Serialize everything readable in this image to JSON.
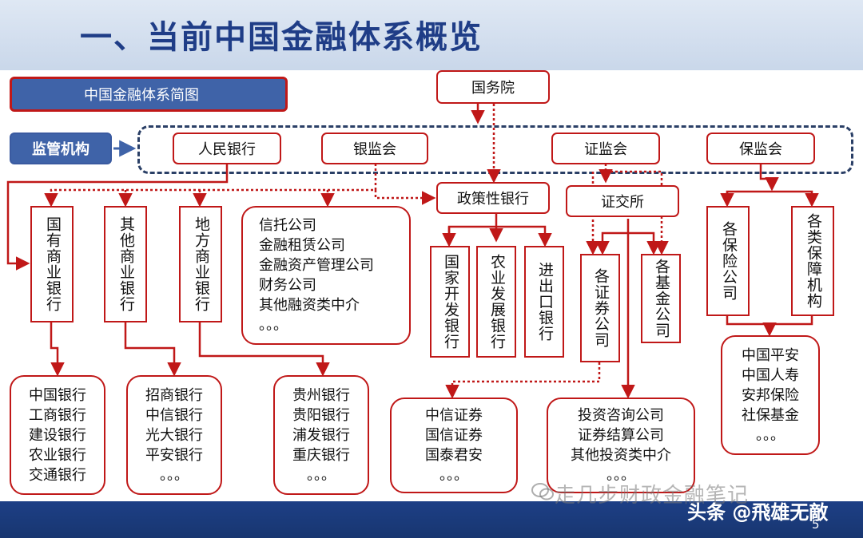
{
  "header": {
    "title": "一、当前中国金融体系概览"
  },
  "overview_label": "中国金融体系简图",
  "supervision_label": "监管机构",
  "state_council": "国务院",
  "regulators": {
    "pboc": "人民银行",
    "cbrc": "银监会",
    "csrc": "证监会",
    "circ": "保监会"
  },
  "policy_banks": "政策性银行",
  "stock_exchange": "证交所",
  "bank_types": {
    "state_owned": "国有商业银行",
    "other": "其他商业银行",
    "local": "地方商业银行"
  },
  "nonbank_list": [
    "信托公司",
    "金融租赁公司",
    "金融资产管理公司",
    "财务公司",
    "其他融资类中介",
    "。。。"
  ],
  "policy_bank_types": [
    "国家开发银行",
    "农业发展银行",
    "进出口银行"
  ],
  "securities": {
    "firms": "各证券公司",
    "funds": "各基金公司"
  },
  "insurance": {
    "companies": "各保险公司",
    "security_orgs": "各类保障机构"
  },
  "examples": {
    "state_banks": [
      "中国银行",
      "工商银行",
      "建设银行",
      "农业银行",
      "交通银行"
    ],
    "other_banks": [
      "招商银行",
      "中信银行",
      "光大银行",
      "平安银行",
      "。。。"
    ],
    "local_banks": [
      "贵州银行",
      "贵阳银行",
      "浦发银行",
      "重庆银行",
      "。。。"
    ],
    "securities_firms": [
      "中信证券",
      "国信证券",
      "国泰君安",
      "。。。"
    ],
    "investment_intermediaries": [
      "投资咨询公司",
      "证券结算公司",
      "其他投资类中介",
      "。。。"
    ],
    "insurers": [
      "中国平安",
      "中国人寿",
      "安邦保险",
      "社保基金",
      "。。。"
    ]
  },
  "watermark": "走几步财政金融笔记",
  "attribution": "头条 @飛雄无敵",
  "page_number": "5",
  "colors": {
    "accent_red": "#c01818",
    "header_blue": "#1f3d87",
    "label_blue": "#3f63a8",
    "band_dark": "#1d3f86"
  }
}
